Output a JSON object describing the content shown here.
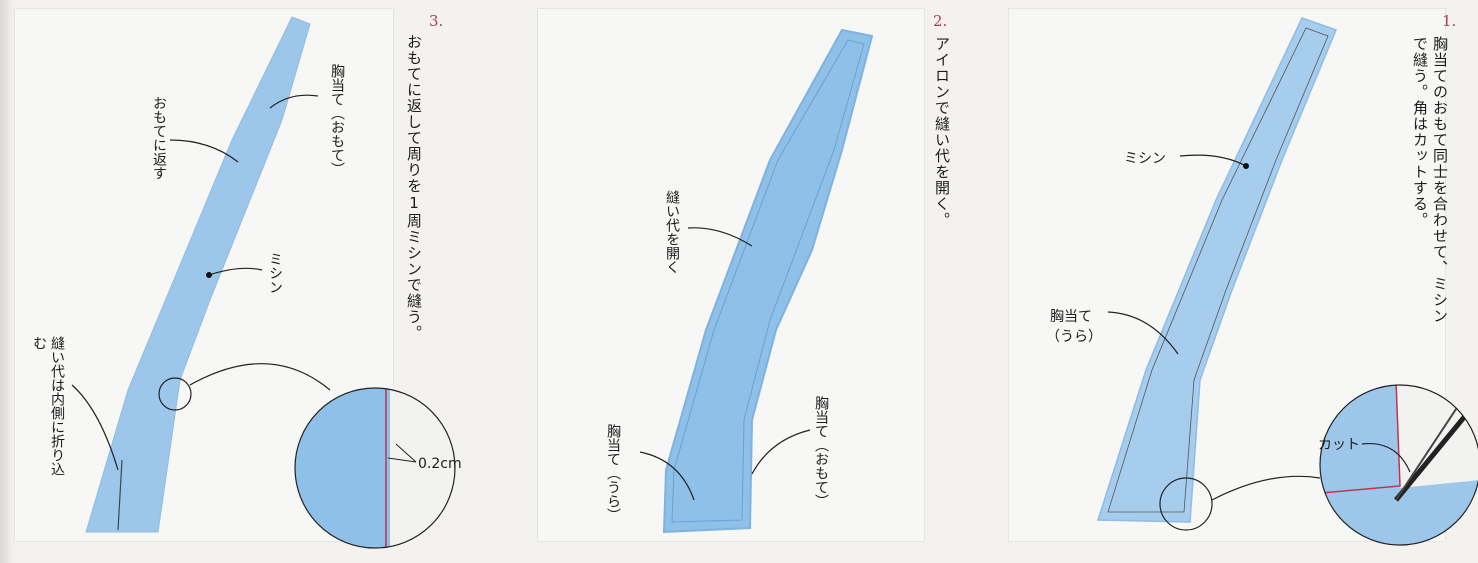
{
  "steps": [
    {
      "number": "3.",
      "instruction": "おもてに返して周りを1周ミシンで縫う。",
      "labels": {
        "front": "胸当て（おもて）",
        "turn": "おもてに返す",
        "machine": "ミシン",
        "fold": "縫い代は内側に折り込む",
        "measure": "0.2cm"
      }
    },
    {
      "number": "2.",
      "instruction": "アイロンで縫い代を開く。",
      "labels": {
        "open": "縫い代を開く",
        "back": "胸当て（うら）",
        "front": "胸当て（おもて）"
      }
    },
    {
      "number": "1.",
      "instruction": "胸当てのおもて同士を合わせて、ミシンで縫う。角はカットする。",
      "labels": {
        "machine": "ミシン",
        "back_line1": "胸当て",
        "back_line2": "（うら）",
        "cut": "カット"
      }
    }
  ],
  "colors": {
    "fabric": "#9cc7ea",
    "fabric_dark": "#7fb2de",
    "stitch": "#c0344d",
    "step_number": "#a4405e"
  }
}
